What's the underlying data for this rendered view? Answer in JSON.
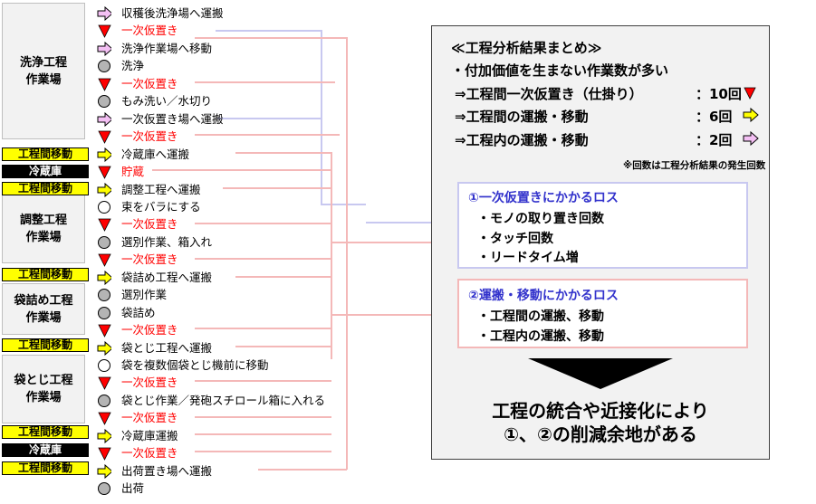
{
  "sections": [
    {
      "id": "wash",
      "label": "洗浄工程\n作業場"
    },
    {
      "id": "adjust",
      "label": "調整工程\n作業場"
    },
    {
      "id": "bag",
      "label": "袋詰め工程\n作業場"
    },
    {
      "id": "close",
      "label": "袋とじ工程\n作業場"
    }
  ],
  "tags": {
    "move": "工程間移動",
    "cold": "冷蔵庫"
  },
  "steps": [
    {
      "text": "収穫後洗浄場へ運搬",
      "icon": "pink-arrow"
    },
    {
      "text": "一次仮置き",
      "icon": "red-triangle"
    },
    {
      "text": "洗浄作業場へ移動",
      "icon": "pink-arrow"
    },
    {
      "text": "洗浄",
      "icon": "gray-circle"
    },
    {
      "text": "一次仮置き",
      "icon": "red-triangle"
    },
    {
      "text": "もみ洗い／水切り",
      "icon": "gray-circle"
    },
    {
      "text": "一次仮置き場へ運搬",
      "icon": "pink-arrow"
    },
    {
      "text": "一次仮置き",
      "icon": "red-triangle"
    },
    {
      "text": "冷蔵庫へ運搬",
      "icon": "yellow-arrow"
    },
    {
      "text": "貯蔵",
      "icon": "red-triangle"
    },
    {
      "text": "調整工程へ運搬",
      "icon": "yellow-arrow"
    },
    {
      "text": "束をバラにする",
      "icon": "white-circle"
    },
    {
      "text": "一次仮置き",
      "icon": "red-triangle"
    },
    {
      "text": "選別作業、箱入れ",
      "icon": "gray-circle"
    },
    {
      "text": "一次仮置き",
      "icon": "red-triangle"
    },
    {
      "text": "袋詰め工程へ運搬",
      "icon": "yellow-arrow"
    },
    {
      "text": "選別作業",
      "icon": "gray-circle"
    },
    {
      "text": "袋詰め",
      "icon": "gray-circle"
    },
    {
      "text": "一次仮置き",
      "icon": "red-triangle"
    },
    {
      "text": "袋とじ工程へ運搬",
      "icon": "yellow-arrow"
    },
    {
      "text": "袋を複数個袋とじ機前に移動",
      "icon": "white-circle"
    },
    {
      "text": "一次仮置き",
      "icon": "red-triangle"
    },
    {
      "text": "袋とじ作業／発砲スチロール箱に入れる",
      "icon": "gray-circle"
    },
    {
      "text": "一次仮置き",
      "icon": "red-triangle"
    },
    {
      "text": "冷蔵庫運搬",
      "icon": "yellow-arrow"
    },
    {
      "text": "一次仮置き",
      "icon": "red-triangle"
    },
    {
      "text": "出荷置き場へ運搬",
      "icon": "yellow-arrow"
    },
    {
      "text": "出荷",
      "icon": "gray-circle"
    }
  ],
  "summary": {
    "heading": "≪工程分析結果まとめ≫",
    "point": "・付加価値を生まない作業数が多い",
    "rows": [
      {
        "label": "⇒工程間一次仮置き（仕掛り）",
        "count": "：10回",
        "icon": "red-triangle"
      },
      {
        "label": "⇒工程間の運搬・移動",
        "count": "：6回",
        "icon": "yellow-arrow"
      },
      {
        "label": "⇒工程内の運搬・移動",
        "count": "：2回",
        "icon": "pink-arrow"
      }
    ],
    "note": "※回数は工程分析結果の発生回数",
    "box1": {
      "title": "①一次仮置きにかかるロス",
      "items": [
        "・モノの取り置き回数",
        "・タッチ回数",
        "・リードタイム増"
      ]
    },
    "box2": {
      "title": "②運搬・移動にかかるロス",
      "items": [
        "・工程間の運搬、移動",
        "・工程内の運搬、移動"
      ]
    },
    "conclusion": [
      "工程の統合や近接化により",
      "①、②の削減余地がある"
    ]
  },
  "colors": {
    "temp_line": "#f4b8b8",
    "move_line": "#c8c8f0",
    "red": "#ff0000",
    "yellow": "#ffff00",
    "pink": "#f4c0f4",
    "gray": "#b4b4b4"
  }
}
